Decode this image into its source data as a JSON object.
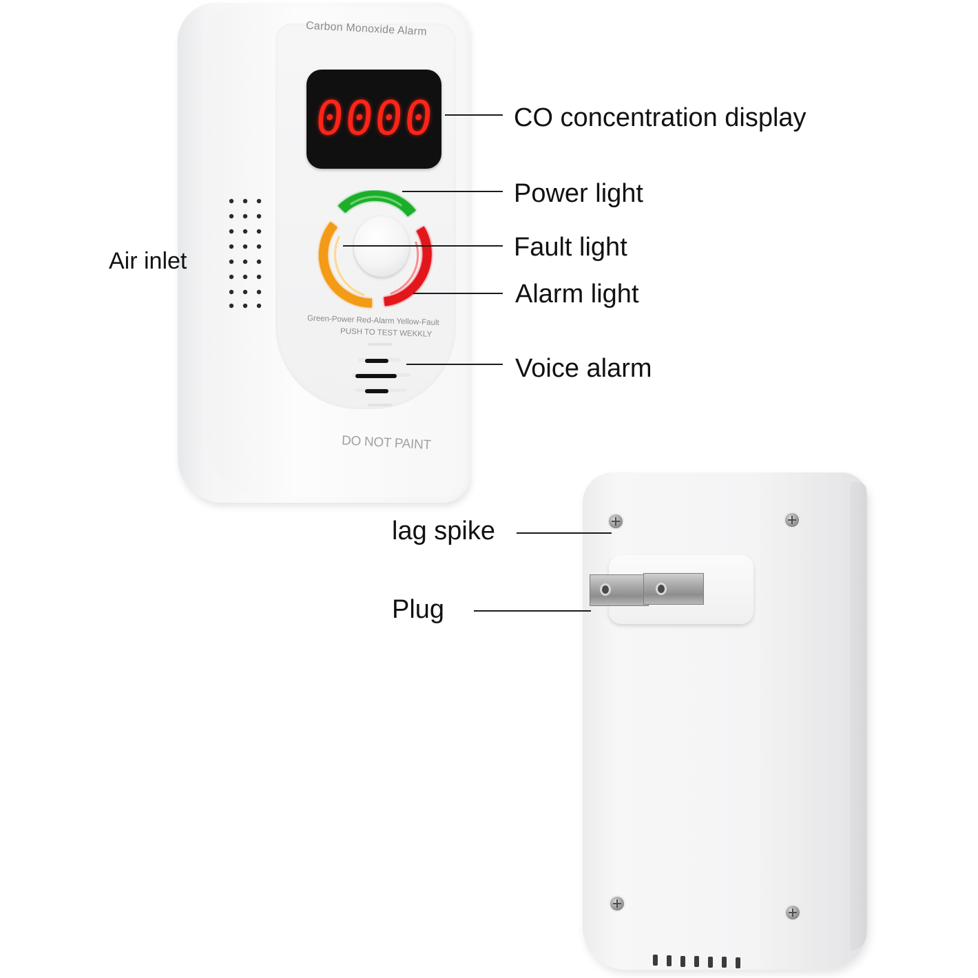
{
  "device_front": {
    "title": "Carbon Monoxide Alarm",
    "display_value": "0000",
    "legend": "Green-Power  Red-Alarm  Yellow-Fault",
    "push_text": "PUSH TO TEST WEKKLY",
    "footer": "DO NOT PAINT"
  },
  "labels": {
    "co_display": "CO concentration display",
    "power_light": "Power light",
    "fault_light": "Fault light",
    "alarm_light": "Alarm light",
    "voice_alarm": "Voice alarm",
    "air_inlet": "Air inlet",
    "lag_spike": "lag spike",
    "plug": "Plug"
  },
  "colors": {
    "power_light": "#1fae2a",
    "fault_light": "#f39a12",
    "alarm_light": "#e3191b",
    "display_digits": "#ff2418"
  }
}
